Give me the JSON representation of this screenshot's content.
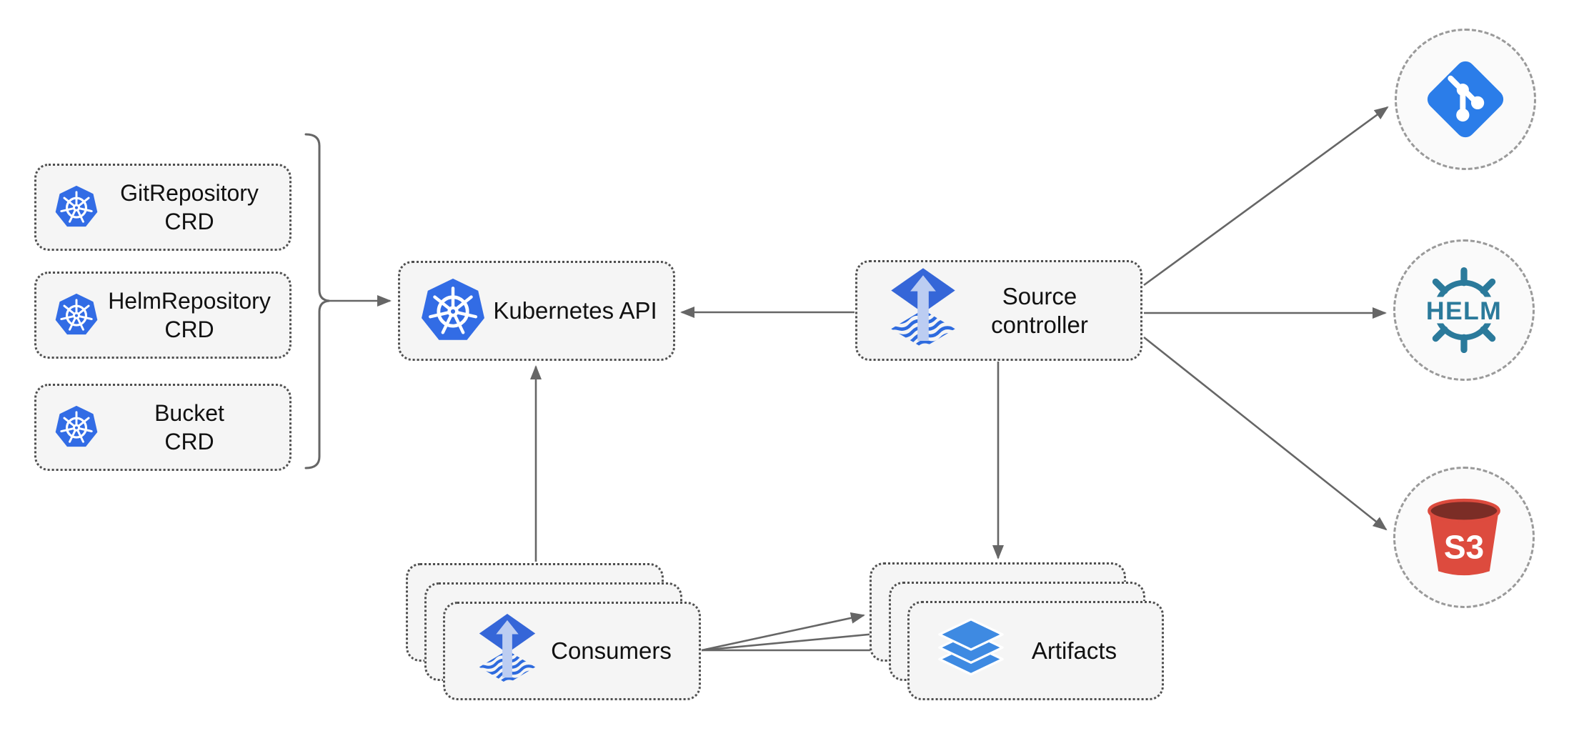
{
  "nodes": {
    "crds": [
      {
        "line1": "GitRepository",
        "line2": "CRD"
      },
      {
        "line1": "HelmRepository",
        "line2": "CRD"
      },
      {
        "line1": "Bucket",
        "line2": "CRD"
      }
    ],
    "kubernetes_api": {
      "label": "Kubernetes API"
    },
    "source_controller": {
      "line1": "Source",
      "line2": "controller"
    },
    "consumers": {
      "label": "Consumers"
    },
    "artifacts": {
      "label": "Artifacts"
    }
  },
  "externals": {
    "git": {
      "icon": "git-icon"
    },
    "helm": {
      "label": "HELM",
      "icon": "helm-wheel-icon"
    },
    "s3": {
      "label": "S3",
      "icon": "s3-bucket-icon"
    }
  },
  "icons": {
    "kubernetes": "kubernetes-wheel-icon",
    "flux": "flux-arrow-icon",
    "artifacts": "layers-icon"
  },
  "colors": {
    "kubernetes_blue": "#326CE5",
    "flux_blue": "#3566D8",
    "flux_arrow_light": "#BCCDF2",
    "git_blue": "#2B7DE9",
    "helm_teal": "#2B7A9B",
    "s3_red": "#DD4B3E",
    "s3_dark": "#7B2D26",
    "layers_blue": "#3E8AE2",
    "node_fill": "#F5F5F5",
    "node_border": "#4F4F4F",
    "circle_border": "#9A9A9A",
    "arrow": "#666666",
    "text": "#111111"
  }
}
